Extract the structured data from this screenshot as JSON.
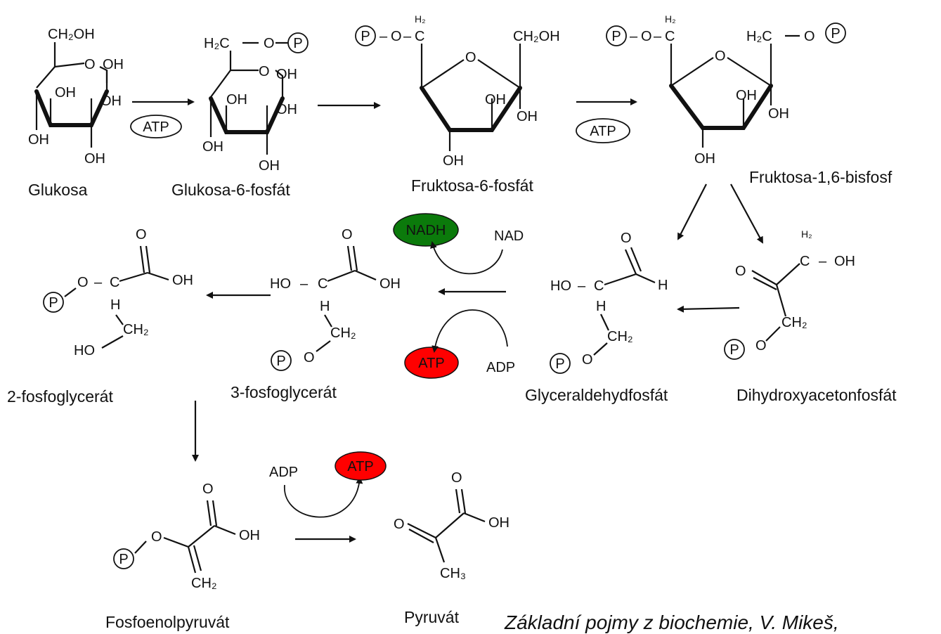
{
  "compounds": {
    "glukosa": "Glukosa",
    "glukosa6p": "Glukosa-6-fosfát",
    "fruktosa6p": "Fruktosa-6-fosfát",
    "fruktosa16bp": "Fruktosa-1,6-bisfosf",
    "glyceraldehydfosfat": "Glyceraldehydfosfát",
    "dihydroxyacetonfosfat": "Dihydroxyacetonfosfát",
    "fosfoglycerat3": "3-fosfoglycerát",
    "fosfoglycerat2": "2-fosfoglycerát",
    "fosfoenolpyruvat": "Fosfoenolpyruvát",
    "pyruvat": "Pyruvát"
  },
  "cofactors": {
    "atp": "ATP",
    "adp": "ADP",
    "nadh": "NADH",
    "nad": "NAD"
  },
  "atoms": {
    "oh": "OH",
    "ho": "HO",
    "o": "O",
    "h": "H",
    "p": "P",
    "c": "C",
    "ch2oh": "CH₂OH",
    "h2c": "H₂C",
    "ch2": "CH₂",
    "ch3": "CH₃",
    "h2": "H₂",
    "minus": "–"
  },
  "citation": "Základní pojmy z biochemie, V. Mikeš,",
  "colors": {
    "nadh_fill": "#0b7a0b",
    "atp_fill": "#ff0000",
    "line": "#111111"
  }
}
